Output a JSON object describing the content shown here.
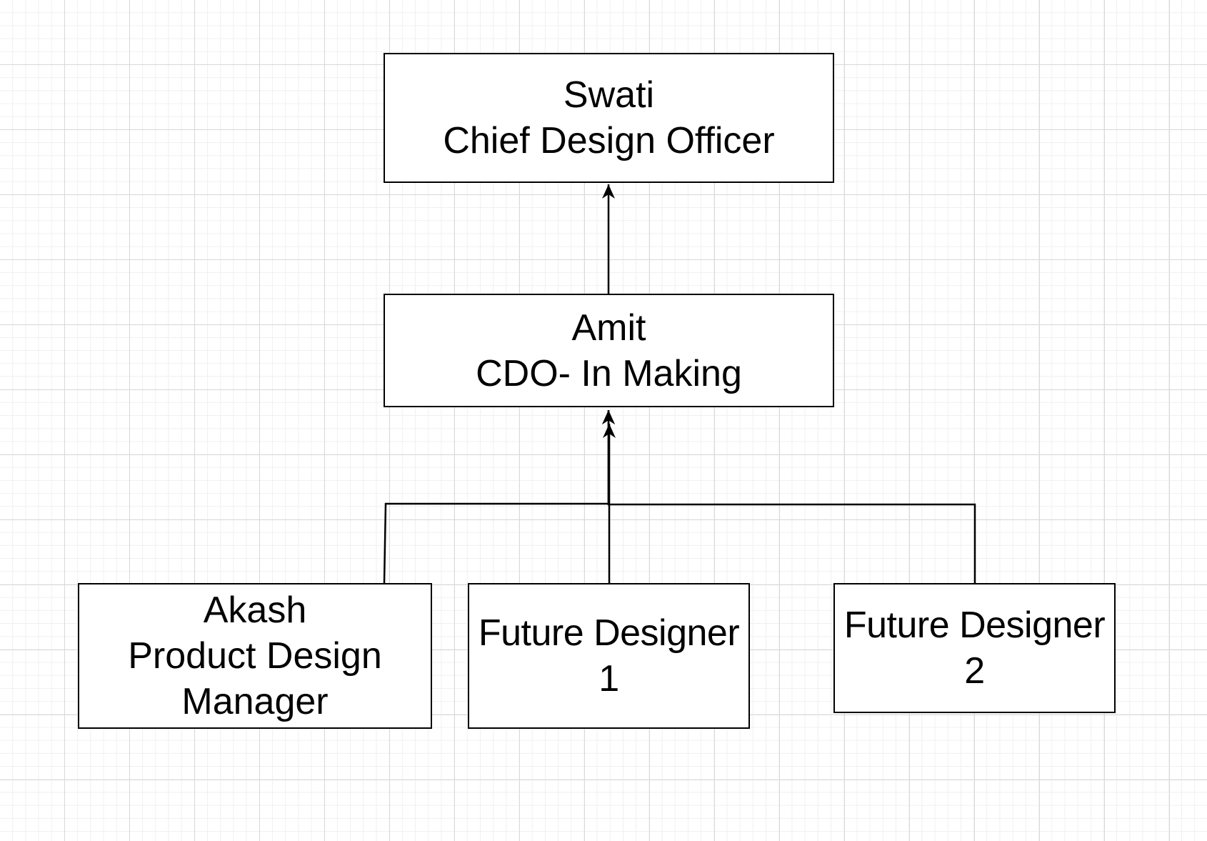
{
  "diagram": {
    "nodes": [
      {
        "id": "swati",
        "lines": [
          "Swati",
          "Chief Design Officer"
        ]
      },
      {
        "id": "amit",
        "lines": [
          "Amit",
          "CDO- In Making"
        ]
      },
      {
        "id": "akash",
        "lines": [
          "Akash",
          "Product Design",
          "Manager"
        ]
      },
      {
        "id": "future-designer-1",
        "lines": [
          "Future Designer",
          "1"
        ]
      },
      {
        "id": "future-designer-2",
        "lines": [
          "Future Designer",
          "2"
        ]
      }
    ],
    "edges": [
      {
        "from": "amit",
        "to": "swati"
      },
      {
        "from": "akash",
        "to": "amit"
      },
      {
        "from": "future-designer-1",
        "to": "amit"
      },
      {
        "from": "future-designer-2",
        "to": "amit"
      }
    ],
    "colors": {
      "stroke": "#000000",
      "fill": "#ffffff",
      "grid_major": "#d9d9d9",
      "grid_minor": "#f0f0f0"
    }
  }
}
